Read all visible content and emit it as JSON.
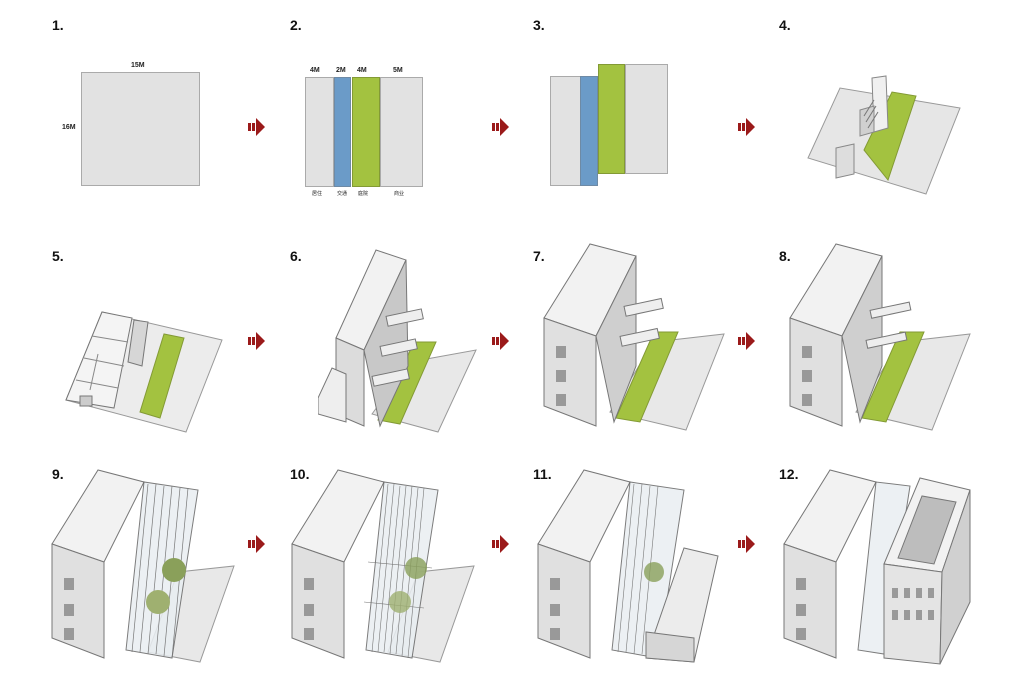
{
  "steps": [
    "1.",
    "2.",
    "3.",
    "4.",
    "5.",
    "6.",
    "7.",
    "8.",
    "9.",
    "10.",
    "11.",
    "12."
  ],
  "step1": {
    "width_label": "15M",
    "depth_label": "16M"
  },
  "step2": {
    "widths": [
      "4M",
      "2M",
      "4M",
      "5M"
    ],
    "zones": [
      "居住",
      "交通",
      "庭院",
      "商业"
    ]
  },
  "colors": {
    "green": "#a3c240",
    "blue": "#6b9bc8",
    "grey": "#e2e2e2",
    "arrow": "#9b1a1a"
  }
}
